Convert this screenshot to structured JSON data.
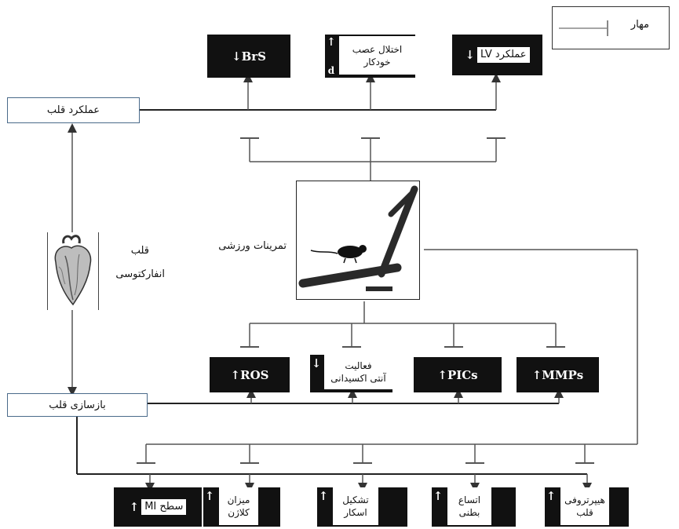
{
  "legend": {
    "label": "مهار"
  },
  "top": {
    "cardiac_function": "عملکرد قلب",
    "brs": "↓BrS",
    "autonomic_line1": "اختلال عصب",
    "autonomic_line2": "خودکار",
    "autonomic_arrow": "↑",
    "autonomic_fragment": "d",
    "lv_arrow": "↓",
    "lv_text": "عملکرد LV"
  },
  "center": {
    "heart_label_line1": "قلب",
    "heart_label_line2": "انفارکتوسی",
    "exercise_label": "تمرینات ورزشی"
  },
  "middle": {
    "ros": "↑ROS",
    "antioxidant_arrow": "↓",
    "antioxidant_line1": "فعالیت",
    "antioxidant_line2": "آنتی اکسیدانی",
    "pics": "↑PICs",
    "mmps": "↑MMPs"
  },
  "remodeling": {
    "label": "بازسازی قلب"
  },
  "bottom": {
    "mi_arrow": "↑",
    "mi_text": "سطح MI",
    "collagen_arrow": "↑",
    "collagen_line1": "میزان",
    "collagen_line2": "کلاژن",
    "scar_arrow": "↑",
    "scar_line1": "تشکیل",
    "scar_line2": "اسکار",
    "dilation_arrow": "↑",
    "dilation_line1": "اتساع",
    "dilation_line2": "بطنی",
    "hypertrophy_arrow": "↑",
    "hypertrophy_line1": "هیپرتروفی",
    "hypertrophy_line2": "قلب"
  }
}
